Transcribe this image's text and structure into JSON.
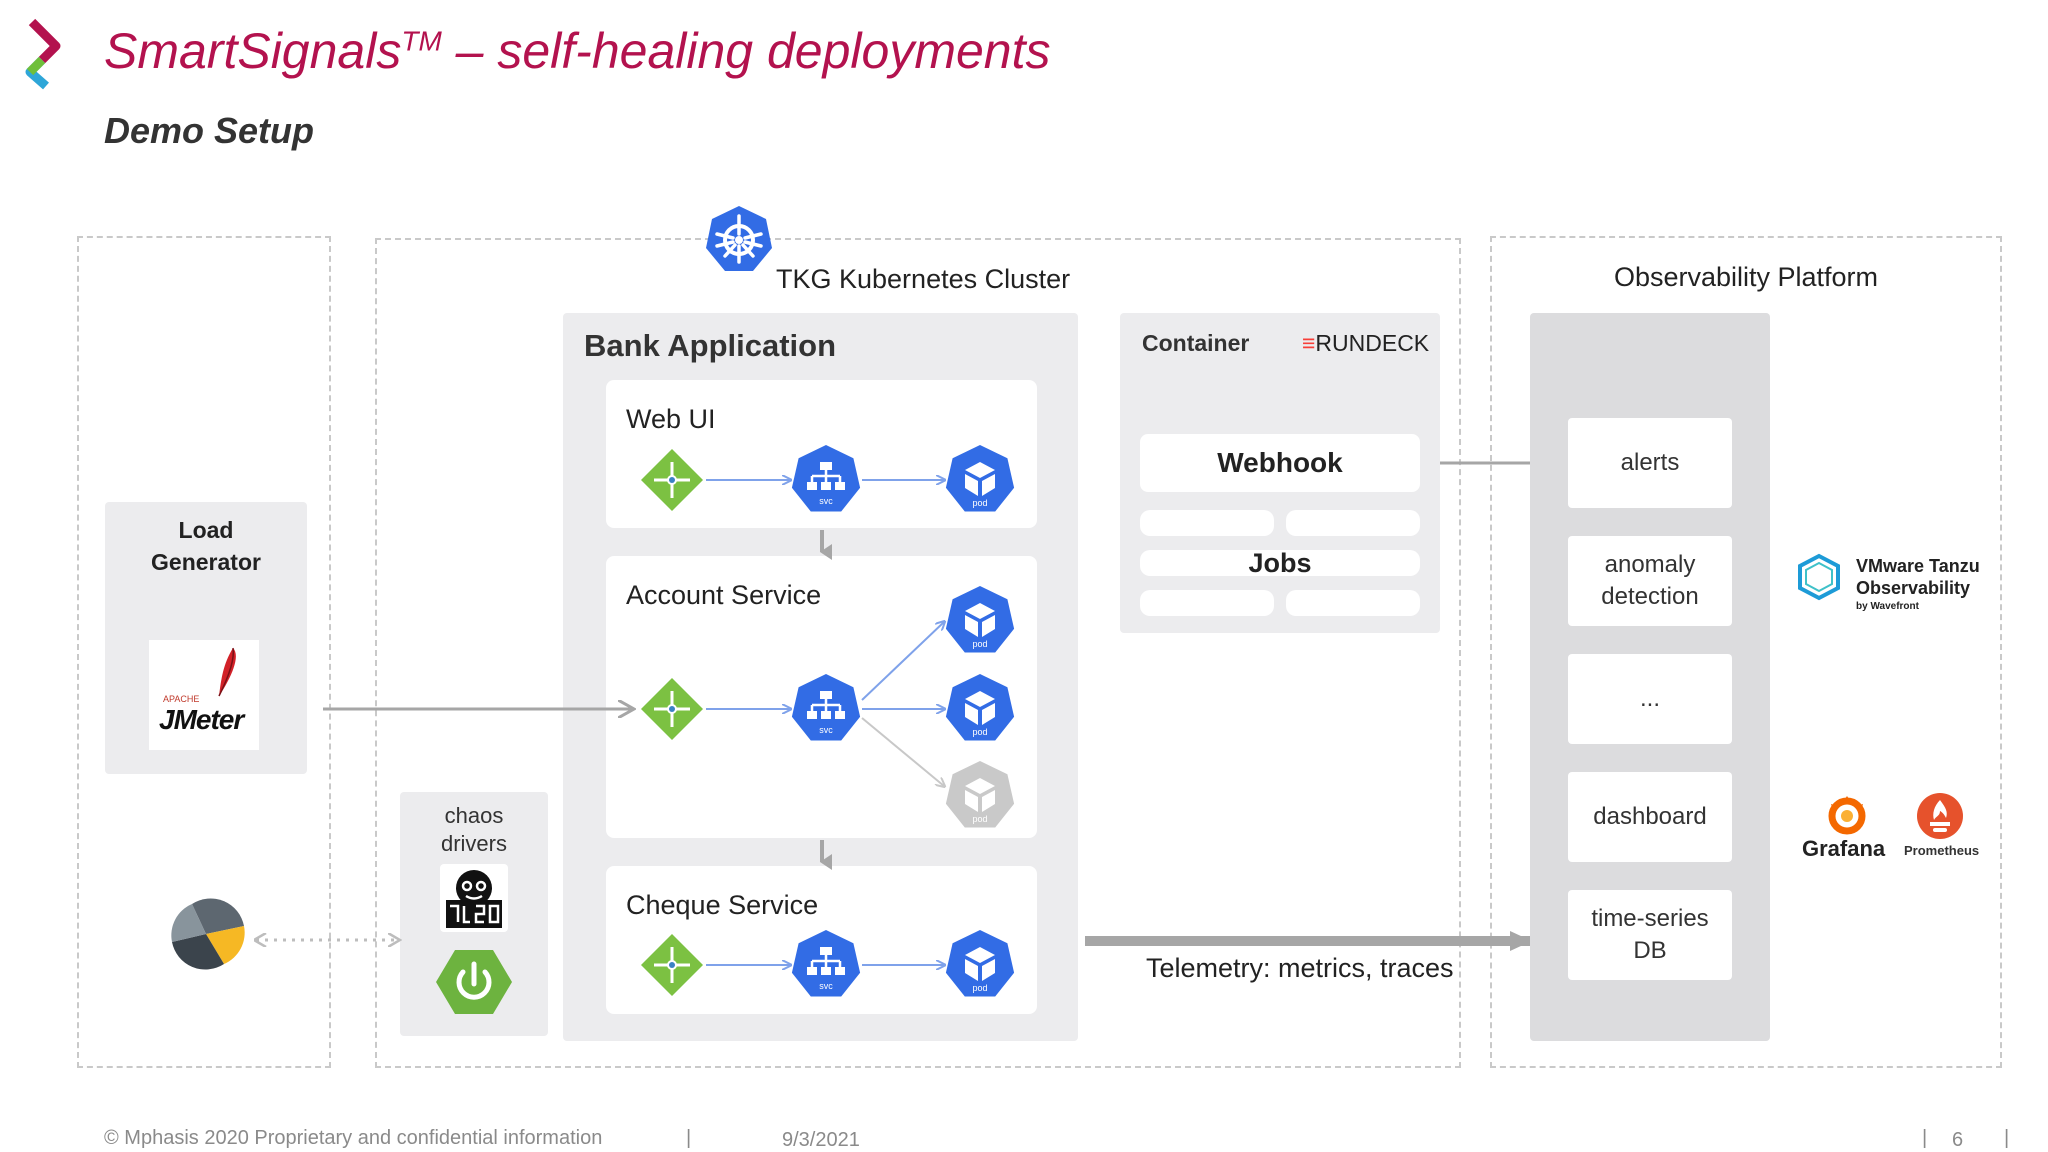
{
  "header": {
    "title": "SmartSignals",
    "title_tm": "TM",
    "title_rest": " – self-healing deployments",
    "subtitle": "Demo Setup"
  },
  "load_generator": {
    "title_line1": "Load",
    "title_line2": "Generator",
    "jmeter_apache": "APACHE",
    "jmeter_label": "JMeter"
  },
  "chaos": {
    "line1": "chaos",
    "line2": "drivers"
  },
  "cluster": {
    "label": "TKG Kubernetes Cluster"
  },
  "bank_app": {
    "title": "Bank Application",
    "services": [
      {
        "name": "Web UI"
      },
      {
        "name": "Account Service"
      },
      {
        "name": "Cheque Service"
      }
    ],
    "svc_tag": "svc",
    "pod_tag": "pod"
  },
  "container": {
    "title": "Container",
    "rundeck": "RUNDECK",
    "webhook": "Webhook",
    "jobs": "Jobs"
  },
  "observability": {
    "title": "Observability Platform",
    "items": [
      {
        "line1": "alerts",
        "line2": ""
      },
      {
        "line1": "anomaly",
        "line2": "detection"
      },
      {
        "line1": "...",
        "line2": ""
      },
      {
        "line1": "dashboard",
        "line2": ""
      },
      {
        "line1": "time-series",
        "line2": "DB"
      }
    ],
    "tanzu_line1": "VMware Tanzu",
    "tanzu_line2": "Observability",
    "tanzu_line3": "by Wavefront",
    "grafana": "Grafana",
    "prometheus": "Prometheus"
  },
  "telemetry": {
    "label": "Telemetry: metrics, traces"
  },
  "footer": {
    "copyright": "© Mphasis 2020  Proprietary and confidential information",
    "date": "9/3/2021",
    "page": "6"
  },
  "colors": {
    "brand": "#b3124e",
    "k8s_blue": "#326ce5",
    "ingress_green": "#7cc142",
    "arrow_gray": "#a6a6a6",
    "panel_gray": "#ececee",
    "obs_panel": "#dcdcde"
  }
}
